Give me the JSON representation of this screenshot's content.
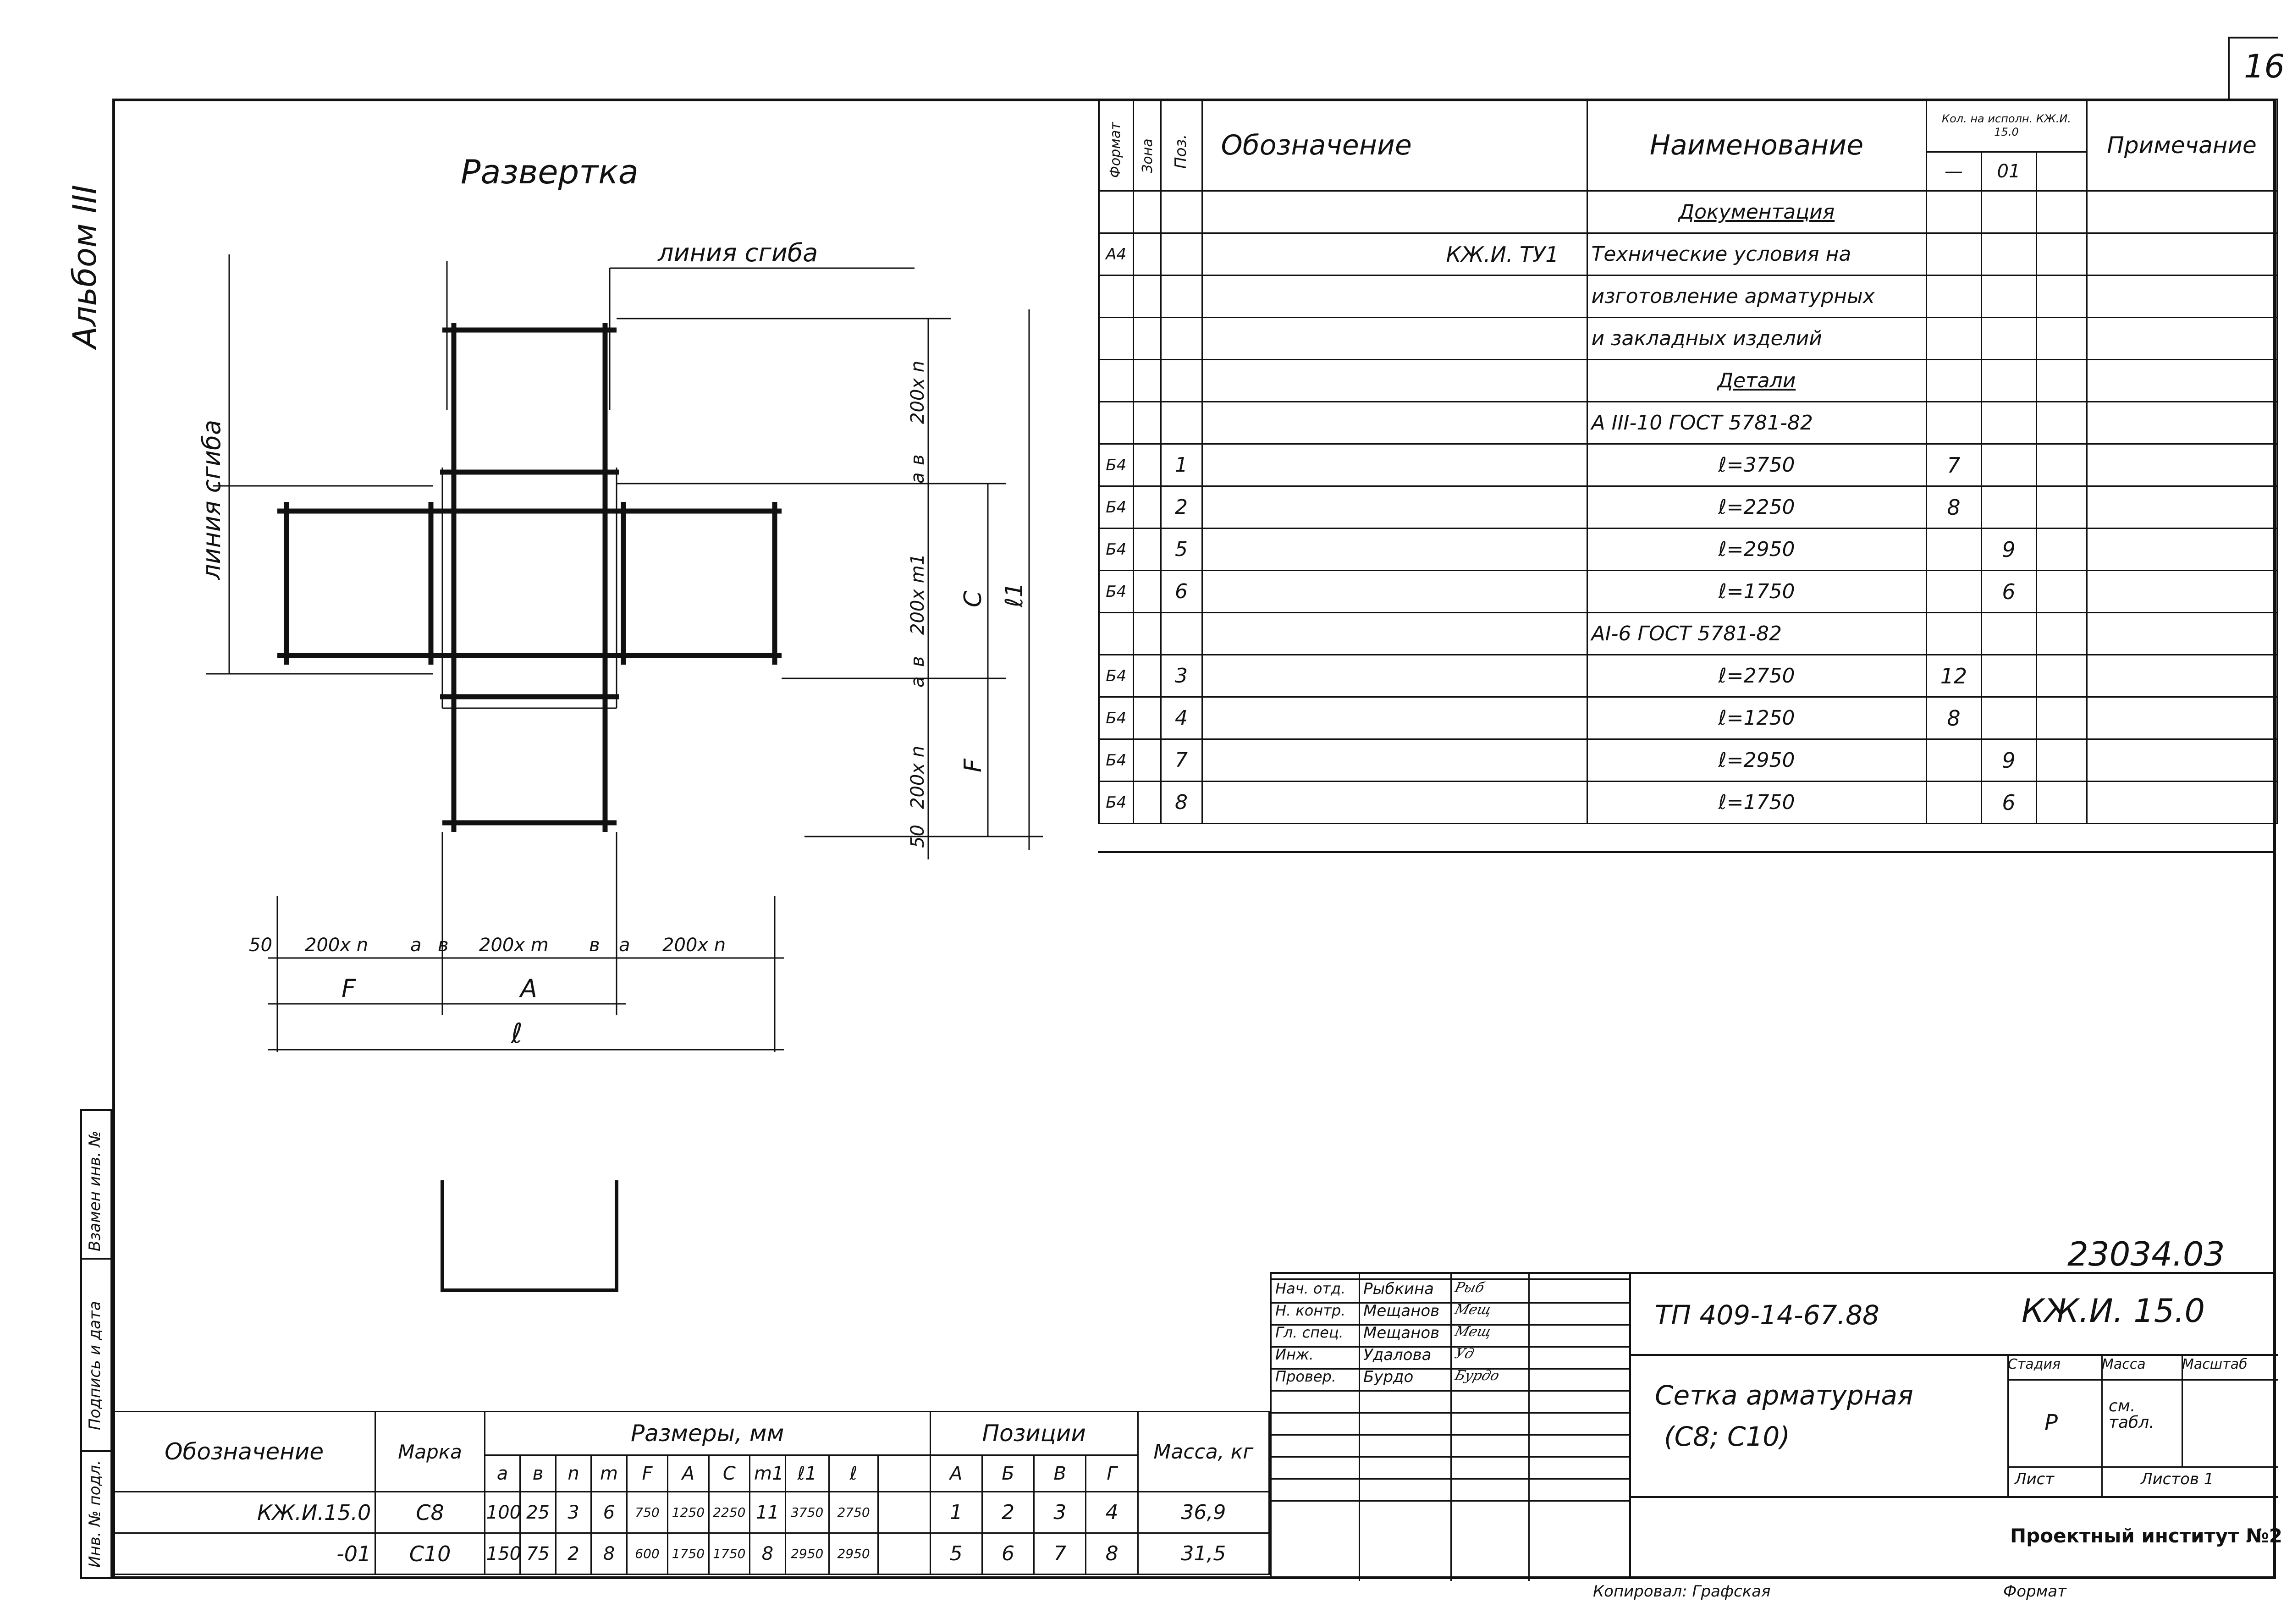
{
  "sheet_number": "16",
  "album": "Альбом III",
  "drawing": {
    "title": "Развертка",
    "bend_line_top": "линия сгиба",
    "bend_line_left": "линия сгиба",
    "dims_bottom": [
      "50",
      "200x n",
      "a",
      "в",
      "200x m",
      "в",
      "a",
      "200x n"
    ],
    "dims_bottom_groups": [
      "F",
      "A",
      "ℓ"
    ],
    "dims_right": [
      "200x n",
      "в",
      "a",
      "200x m1",
      "в",
      "a",
      "200x n",
      "50"
    ],
    "dims_right_groups": [
      "C",
      "ℓ1",
      "F"
    ]
  },
  "spec": {
    "headers": {
      "format": "Формат",
      "zone": "Зона",
      "pos": "Поз.",
      "designation": "Обозначение",
      "name": "Наименование",
      "qty": "Кол. на исполн. КЖ.И. 15.0",
      "qty_a": "—",
      "qty_b": "01",
      "note": "Примечание"
    },
    "rows": [
      {
        "format": "",
        "pos": "",
        "designation": "",
        "name": "Документация",
        "qa": "",
        "qb": "",
        "style": "section"
      },
      {
        "format": "А4",
        "pos": "",
        "designation": "КЖ.И. ТУ1",
        "name": "Технические условия на",
        "qa": "",
        "qb": "",
        "style": "left"
      },
      {
        "format": "",
        "pos": "",
        "designation": "",
        "name": "изготовление арматурных",
        "qa": "",
        "qb": "",
        "style": "left"
      },
      {
        "format": "",
        "pos": "",
        "designation": "",
        "name": "и закладных изделий",
        "qa": "",
        "qb": "",
        "style": "left"
      },
      {
        "format": "",
        "pos": "",
        "designation": "",
        "name": "Детали",
        "qa": "",
        "qb": "",
        "style": "section"
      },
      {
        "format": "",
        "pos": "",
        "designation": "",
        "name": "А III-10  ГОСТ 5781-82",
        "qa": "",
        "qb": "",
        "style": "left"
      },
      {
        "format": "Б4",
        "pos": "1",
        "designation": "",
        "name": "ℓ=3750",
        "qa": "7",
        "qb": "",
        "style": "center"
      },
      {
        "format": "Б4",
        "pos": "2",
        "designation": "",
        "name": "ℓ=2250",
        "qa": "8",
        "qb": "",
        "style": "center"
      },
      {
        "format": "Б4",
        "pos": "5",
        "designation": "",
        "name": "ℓ=2950",
        "qa": "",
        "qb": "9",
        "style": "center"
      },
      {
        "format": "Б4",
        "pos": "6",
        "designation": "",
        "name": "ℓ=1750",
        "qa": "",
        "qb": "6",
        "style": "center"
      },
      {
        "format": "",
        "pos": "",
        "designation": "",
        "name": "АI-6  ГОСТ 5781-82",
        "qa": "",
        "qb": "",
        "style": "left"
      },
      {
        "format": "Б4",
        "pos": "3",
        "designation": "",
        "name": "ℓ=2750",
        "qa": "12",
        "qb": "",
        "style": "center"
      },
      {
        "format": "Б4",
        "pos": "4",
        "designation": "",
        "name": "ℓ=1250",
        "qa": "8",
        "qb": "",
        "style": "center"
      },
      {
        "format": "Б4",
        "pos": "7",
        "designation": "",
        "name": "ℓ=2950",
        "qa": "",
        "qb": "9",
        "style": "center"
      },
      {
        "format": "Б4",
        "pos": "8",
        "designation": "",
        "name": "ℓ=1750",
        "qa": "",
        "qb": "6",
        "style": "center"
      }
    ]
  },
  "dims_table": {
    "h_designation": "Обозначение",
    "h_mark": "Марка",
    "h_sizes": "Размеры, мм",
    "h_positions": "Позиции",
    "h_mass": "Масса, кг",
    "size_cols": [
      "a",
      "в",
      "n",
      "m",
      "F",
      "A",
      "C",
      "m1",
      "ℓ1",
      "ℓ"
    ],
    "pos_cols": [
      "А",
      "Б",
      "В",
      "Г"
    ],
    "rows": [
      {
        "designation": "КЖ.И.15.0",
        "mark": "С8",
        "sizes": [
          "100",
          "25",
          "3",
          "6",
          "750",
          "1250",
          "2250",
          "11",
          "3750",
          "2750"
        ],
        "positions": [
          "1",
          "2",
          "3",
          "4"
        ],
        "mass": "36,9"
      },
      {
        "designation": "-01",
        "mark": "С10",
        "sizes": [
          "150",
          "75",
          "2",
          "8",
          "600",
          "1750",
          "1750",
          "8",
          "2950",
          "2950"
        ],
        "positions": [
          "5",
          "6",
          "7",
          "8"
        ],
        "mass": "31,5"
      }
    ]
  },
  "stamp": {
    "doc_number": "23034.03",
    "project_code": "ТП 409-14-67.88",
    "designation": "КЖ.И. 15.0",
    "title_line1": "Сетка арматурная",
    "title_line2": "(С8; С10)",
    "stage_label": "Стадия",
    "mass_label": "Масса",
    "scale_label": "Масштаб",
    "stage": "Р",
    "mass_value": "см. табл.",
    "sheet_label": "Лист",
    "sheets_label": "Листов 1",
    "org": "Проектный институт №2",
    "people": [
      {
        "role": "Нач. отд.",
        "name": "Рыбкина",
        "sign": "Рыб"
      },
      {
        "role": "Н. контр.",
        "name": "Мещанов",
        "sign": "Мещ"
      },
      {
        "role": "Гл. спец.",
        "name": "Мещанов",
        "sign": "Мещ"
      },
      {
        "role": "Инж.",
        "name": "Удалова",
        "sign": "Уд"
      },
      {
        "role": "Провер.",
        "name": "Бурдо",
        "sign": "Бурдо"
      }
    ],
    "copied": "Копировал: Графская",
    "format": "Формат"
  },
  "side_stamp": {
    "inv_orig": "Инв. № подл.",
    "sign_date": "Подпись и дата",
    "replaces": "Взамен инв. №"
  }
}
